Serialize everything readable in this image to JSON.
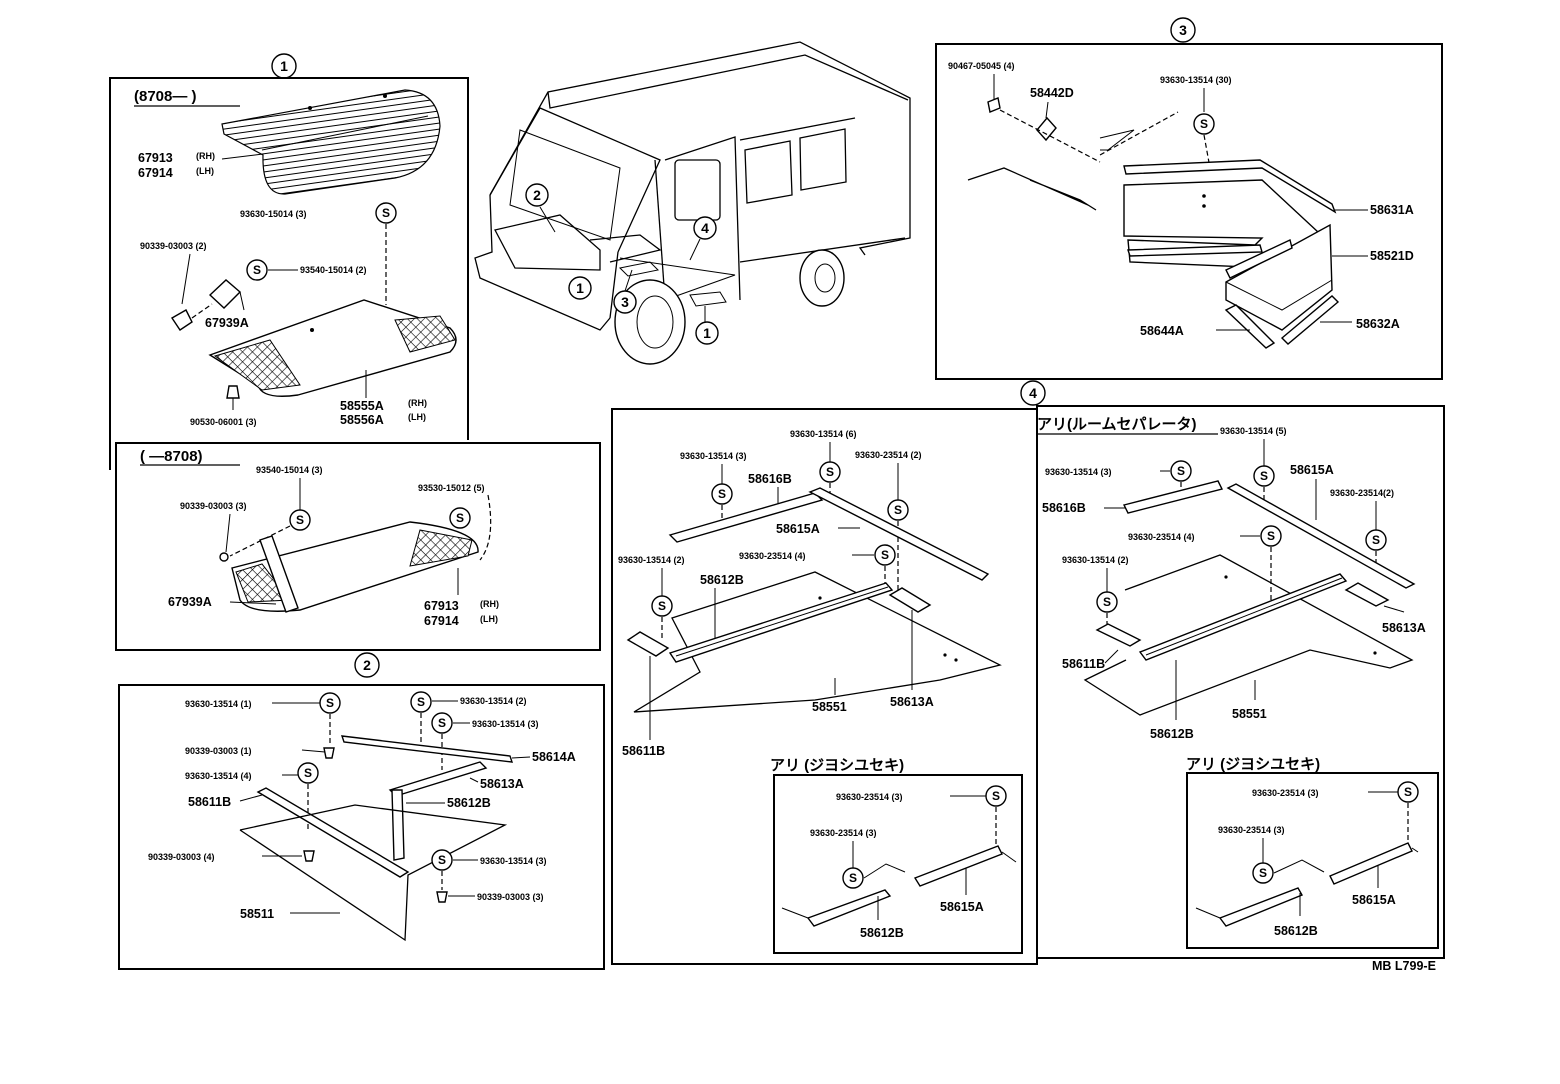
{
  "callouts": {
    "c1": "1",
    "c2": "2",
    "c3": "3",
    "c4": "4",
    "van_c2": "2",
    "van_c1a": "1",
    "van_c3": "3",
    "van_c4": "4",
    "van_c1b": "1"
  },
  "s_mark": "S",
  "panel1a": {
    "date_range": "(8708—    )",
    "l_67913": "67913",
    "l_rh": "(RH)",
    "l_67914": "67914",
    "l_lh": "(LH)",
    "l_93630_15014": "93630-15014 (3)",
    "l_90339": "90339-03003 (2)",
    "l_93540": "93540-15014 (2)",
    "l_67939A": "67939A",
    "l_90530": "90530-06001 (3)",
    "l_58555A": "58555A",
    "l_rh2": "(RH)",
    "l_58556A": "58556A",
    "l_lh2": "(LH)"
  },
  "panel1b": {
    "date_range": "(    —8708)",
    "l_93540": "93540-15014 (3)",
    "l_93530": "93530-15012 (5)",
    "l_90339": "90339-03003 (3)",
    "l_67939A": "67939A",
    "l_67913": "67913",
    "l_rh": "(RH)",
    "l_67914": "67914",
    "l_lh": "(LH)"
  },
  "panel2": {
    "l_a": "93630-13514 (1)",
    "l_b": "93630-13514 (2)",
    "l_c": "93630-13514 (3)",
    "l_d": "90339-03003 (1)",
    "l_58614A": "58614A",
    "l_e": "93630-13514 (4)",
    "l_58613A": "58613A",
    "l_58611B": "58611B",
    "l_58612B": "58612B",
    "l_f": "90339-03003 (4)",
    "l_g": "93630-13514 (3)",
    "l_h": "90339-03003 (3)",
    "l_58511": "58511"
  },
  "panel3": {
    "l_90467": "90467-05045 (4)",
    "l_58442D": "58442D",
    "l_93630": "93630-13514 (30)",
    "l_58631A": "58631A",
    "l_58521D": "58521D",
    "l_58632A": "58632A",
    "l_58644A": "58644A"
  },
  "panel4l": {
    "l_a": "93630-13514 (6)",
    "l_b": "93630-13514 (3)",
    "l_c": "93630-23514 (2)",
    "l_58616B": "58616B",
    "l_58615A": "58615A",
    "l_d": "93630-13514 (2)",
    "l_e": "93630-23514 (4)",
    "l_58612B": "58612B",
    "l_58551": "58551",
    "l_58613A": "58613A",
    "l_58611B": "58611B"
  },
  "panel4r": {
    "header": "アリ(ルームセパレータ)",
    "l_a": "93630-13514 (5)",
    "l_b": "93630-13514 (3)",
    "l_58615A": "58615A",
    "l_c": "93630-23514(2)",
    "l_58616B": "58616B",
    "l_d": "93630-23514 (4)",
    "l_e": "93630-13514 (2)",
    "l_58613A": "58613A",
    "l_58611B": "58611B",
    "l_58551": "58551",
    "l_58612B": "58612B"
  },
  "sub_l": {
    "header": "アリ  (ジヨシユセキ)",
    "l_a": "93630-23514 (3)",
    "l_b": "93630-23514 (3)",
    "l_58615A": "58615A",
    "l_58612B": "58612B"
  },
  "sub_r": {
    "header": "アリ  (ジヨシユセキ)",
    "l_a": "93630-23514 (3)",
    "l_b": "93630-23514 (3)",
    "l_58615A": "58615A",
    "l_58612B": "58612B"
  },
  "footer_code": "MB L799-E"
}
